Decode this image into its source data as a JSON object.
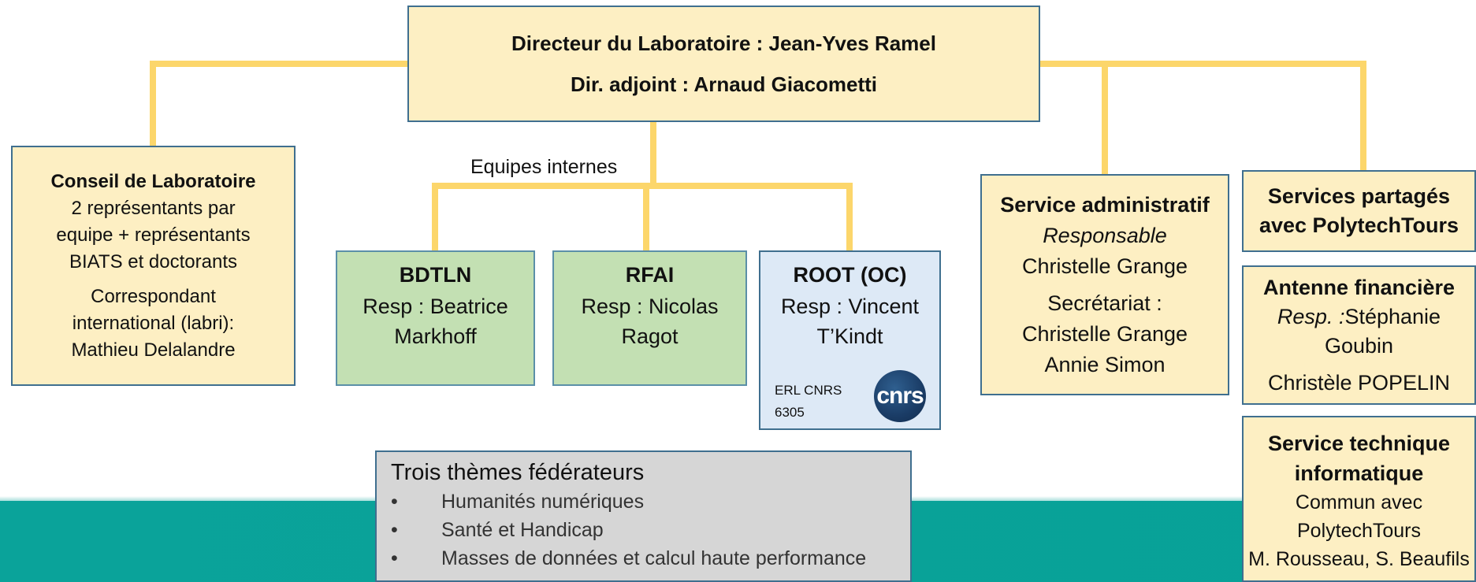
{
  "colors": {
    "connector": "#fcd66b",
    "box_border": "#3f6f8f",
    "cream": "#fdefc3",
    "green": "#c3e0b3",
    "blue": "#dde9f6",
    "gray": "#d6d6d6",
    "teal_band": "#0aa39a"
  },
  "director": {
    "line1": "Directeur du Laboratoire : Jean-Yves Ramel",
    "line2": "Dir. adjoint : Arnaud Giacometti"
  },
  "conseil": {
    "title": "Conseil de Laboratoire",
    "lines": [
      "2 représentants par",
      "equipe + représentants",
      "BIATS et doctorants"
    ],
    "corr_lines": [
      "Correspondant",
      "international (labri):",
      "Mathieu Delalandre"
    ]
  },
  "equipes_label": "Equipes internes",
  "teams": [
    {
      "name": "BDTLN",
      "resp_lines": [
        "Resp : Beatrice",
        "Markhoff"
      ]
    },
    {
      "name": "RFAI",
      "resp_lines": [
        "Resp : Nicolas",
        "Ragot"
      ]
    },
    {
      "name": "ROOT (OC)",
      "resp_lines": [
        "Resp : Vincent",
        "T’Kindt"
      ],
      "erl_lines": [
        "ERL CNRS",
        "6305"
      ],
      "logo_text": "cnrs",
      "logo_icon": "cnrs-logo"
    }
  ],
  "admin": {
    "title": "Service administratif",
    "role": "Responsable",
    "resp": "Christelle Grange",
    "secretariat": "Secrétariat :",
    "members": [
      "Christelle Grange",
      "Annie Simon"
    ]
  },
  "partages": {
    "lines": [
      "Services partagés",
      "avec PolytechTours"
    ]
  },
  "antenne": {
    "title": "Antenne financière",
    "resp_label": "Resp. :",
    "resp_name": "Stéphanie",
    "resp_name2": "Goubin",
    "extra": "Christèle POPELIN"
  },
  "technique": {
    "title_lines": [
      "Service technique",
      "informatique"
    ],
    "lines": [
      "Commun avec",
      "PolytechTours",
      "M. Rousseau, S. Beaufils"
    ]
  },
  "themes": {
    "title": "Trois thèmes fédérateurs",
    "bullet": "•",
    "items": [
      "Humanités numériques",
      "Santé et Handicap",
      "Masses de données et calcul haute performance"
    ]
  }
}
